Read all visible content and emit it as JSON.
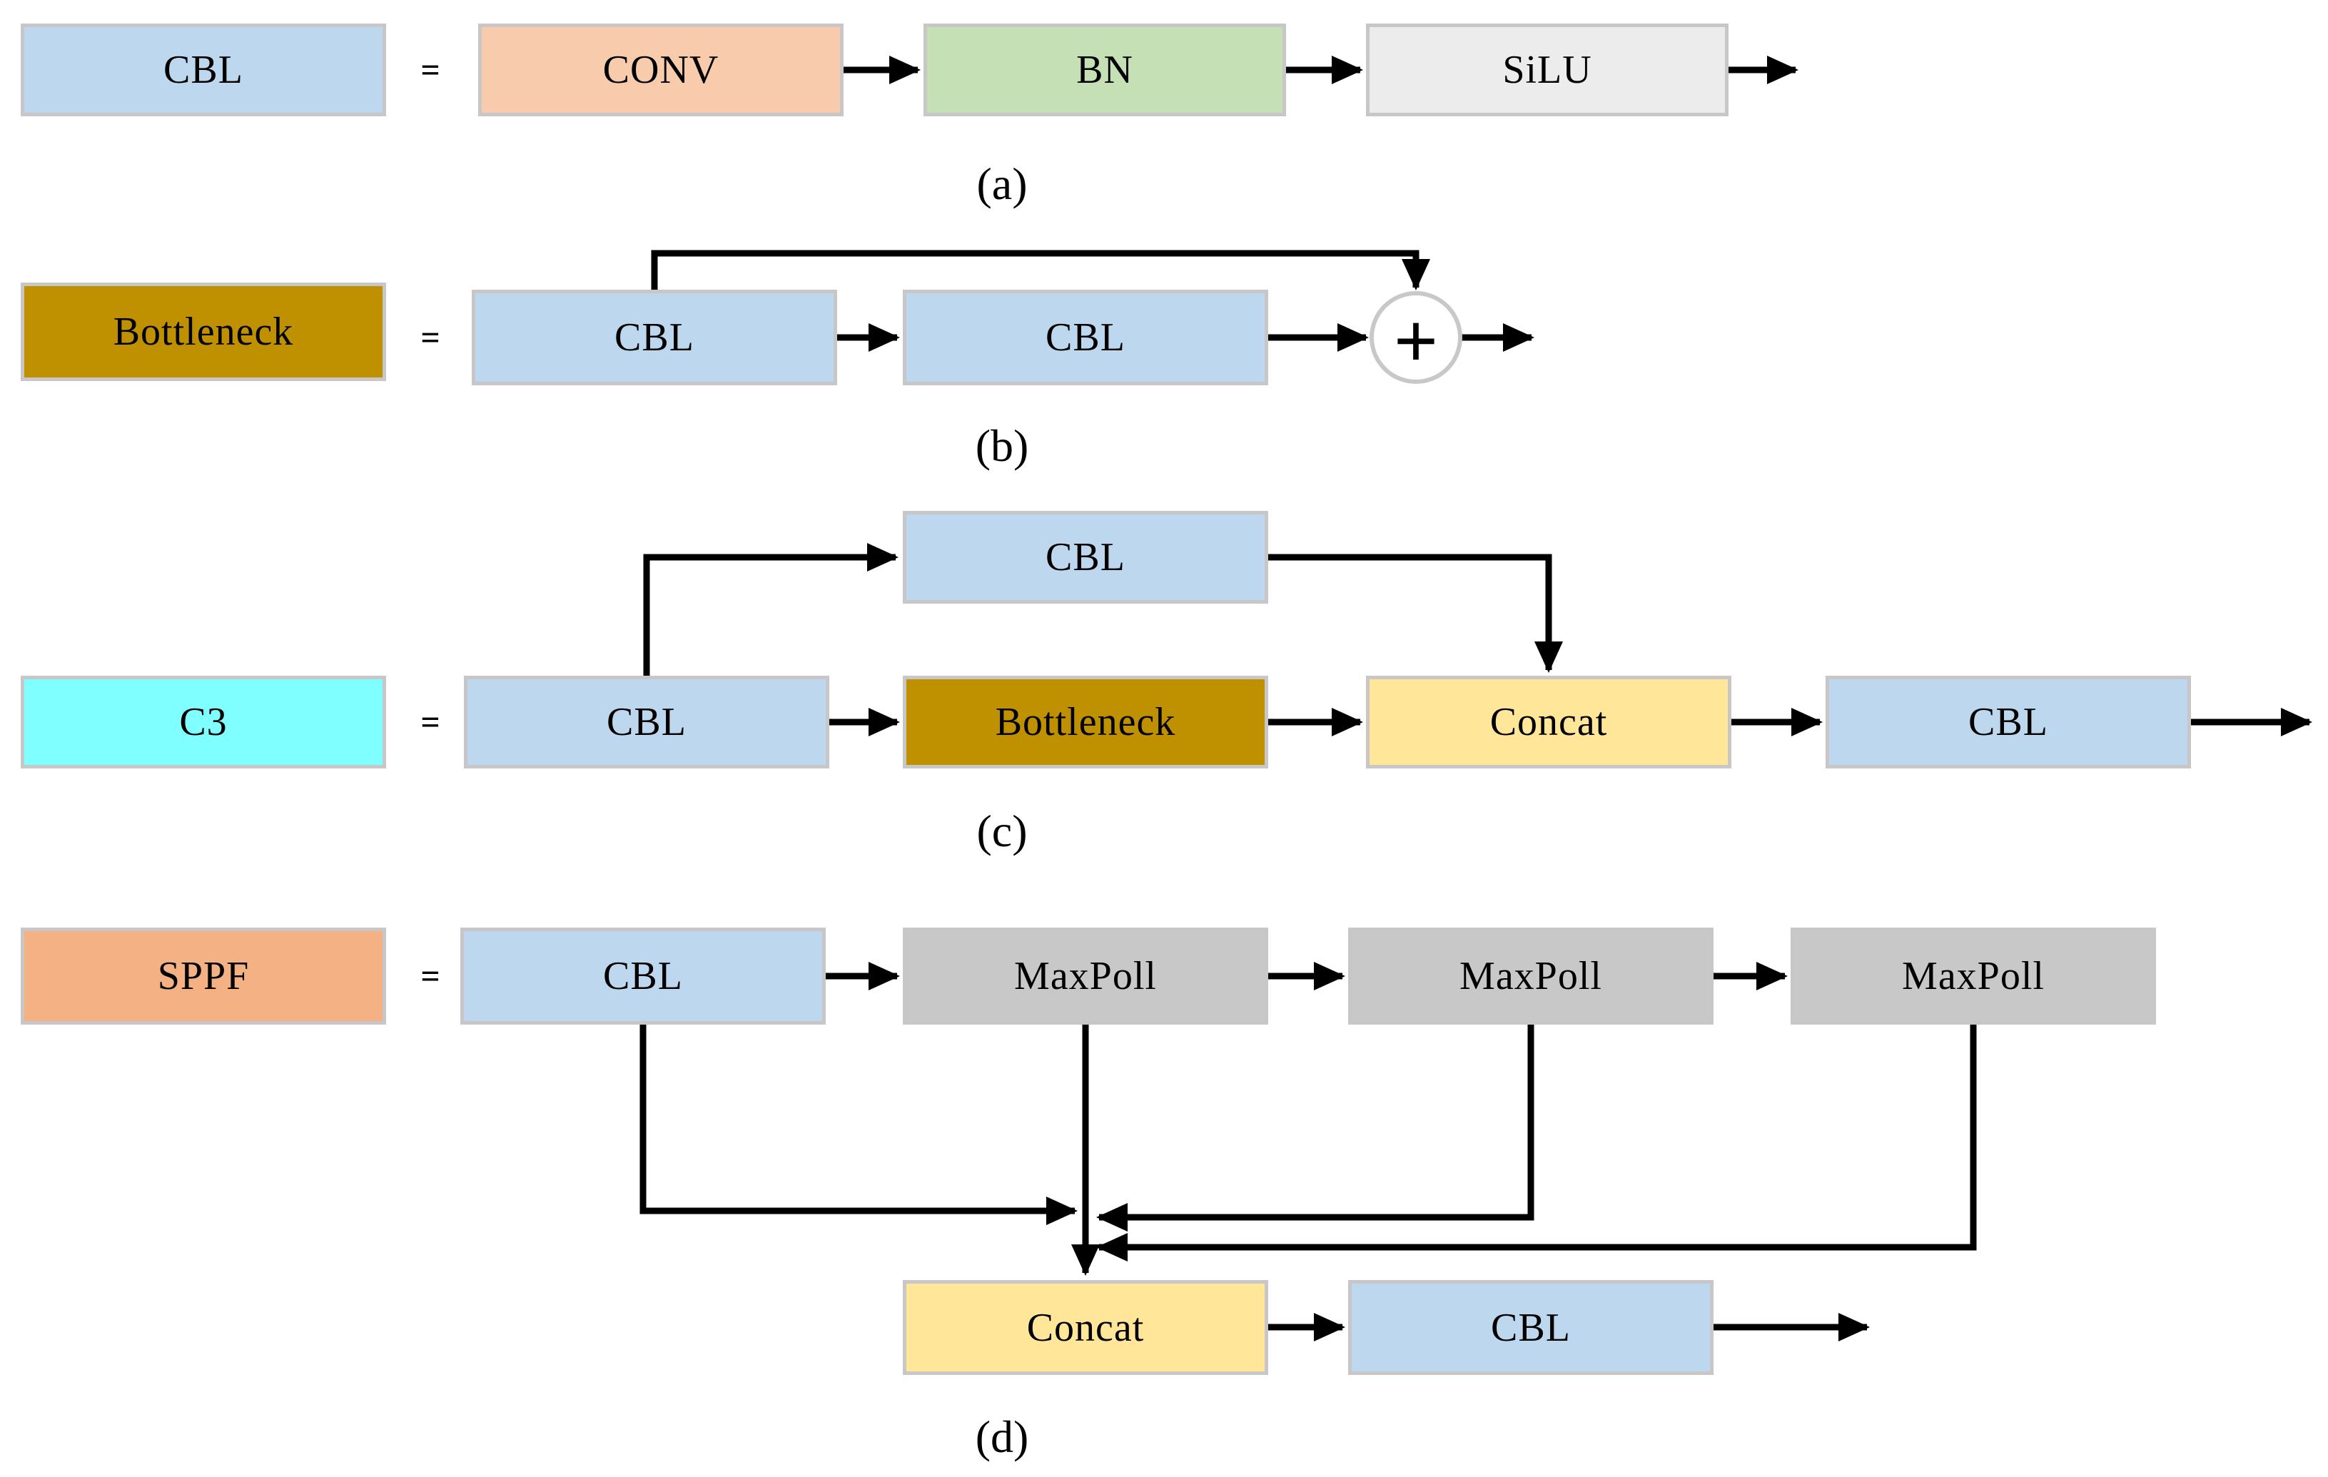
{
  "operators": {
    "equals": "=",
    "plus": "+"
  },
  "colors": {
    "cbl_blue": "#BDD7EE",
    "conv_peach": "#F8CBAD",
    "bn_green": "#C5E0B4",
    "silu_gray": "#ECECEC",
    "bottleneck_gold": "#BF9000",
    "c3_cyan": "#7FFFFF",
    "concat_yellow": "#FFE699",
    "sppf_orange": "#F4B183",
    "maxpoll_gray": "#C8C8C8",
    "box_border": "#C8C6C6",
    "line_black": "#000000",
    "plus_circle_border": "#C8C8C8"
  },
  "rows": {
    "a": {
      "caption": "(a)",
      "definition": "CBL",
      "nodes": [
        "CONV",
        "BN",
        "SiLU"
      ]
    },
    "b": {
      "caption": "(b)",
      "definition": "Bottleneck",
      "nodes": [
        "CBL",
        "CBL"
      ]
    },
    "c": {
      "caption": "(c)",
      "definition": "C3",
      "branch_node": "CBL",
      "nodes": [
        "CBL",
        "Bottleneck",
        "Concat",
        "CBL"
      ]
    },
    "d": {
      "caption": "(d)",
      "definition": "SPPF",
      "nodes": [
        "CBL",
        "MaxPoll",
        "MaxPoll",
        "MaxPoll"
      ],
      "merge_nodes": [
        "Concat",
        "CBL"
      ]
    }
  }
}
